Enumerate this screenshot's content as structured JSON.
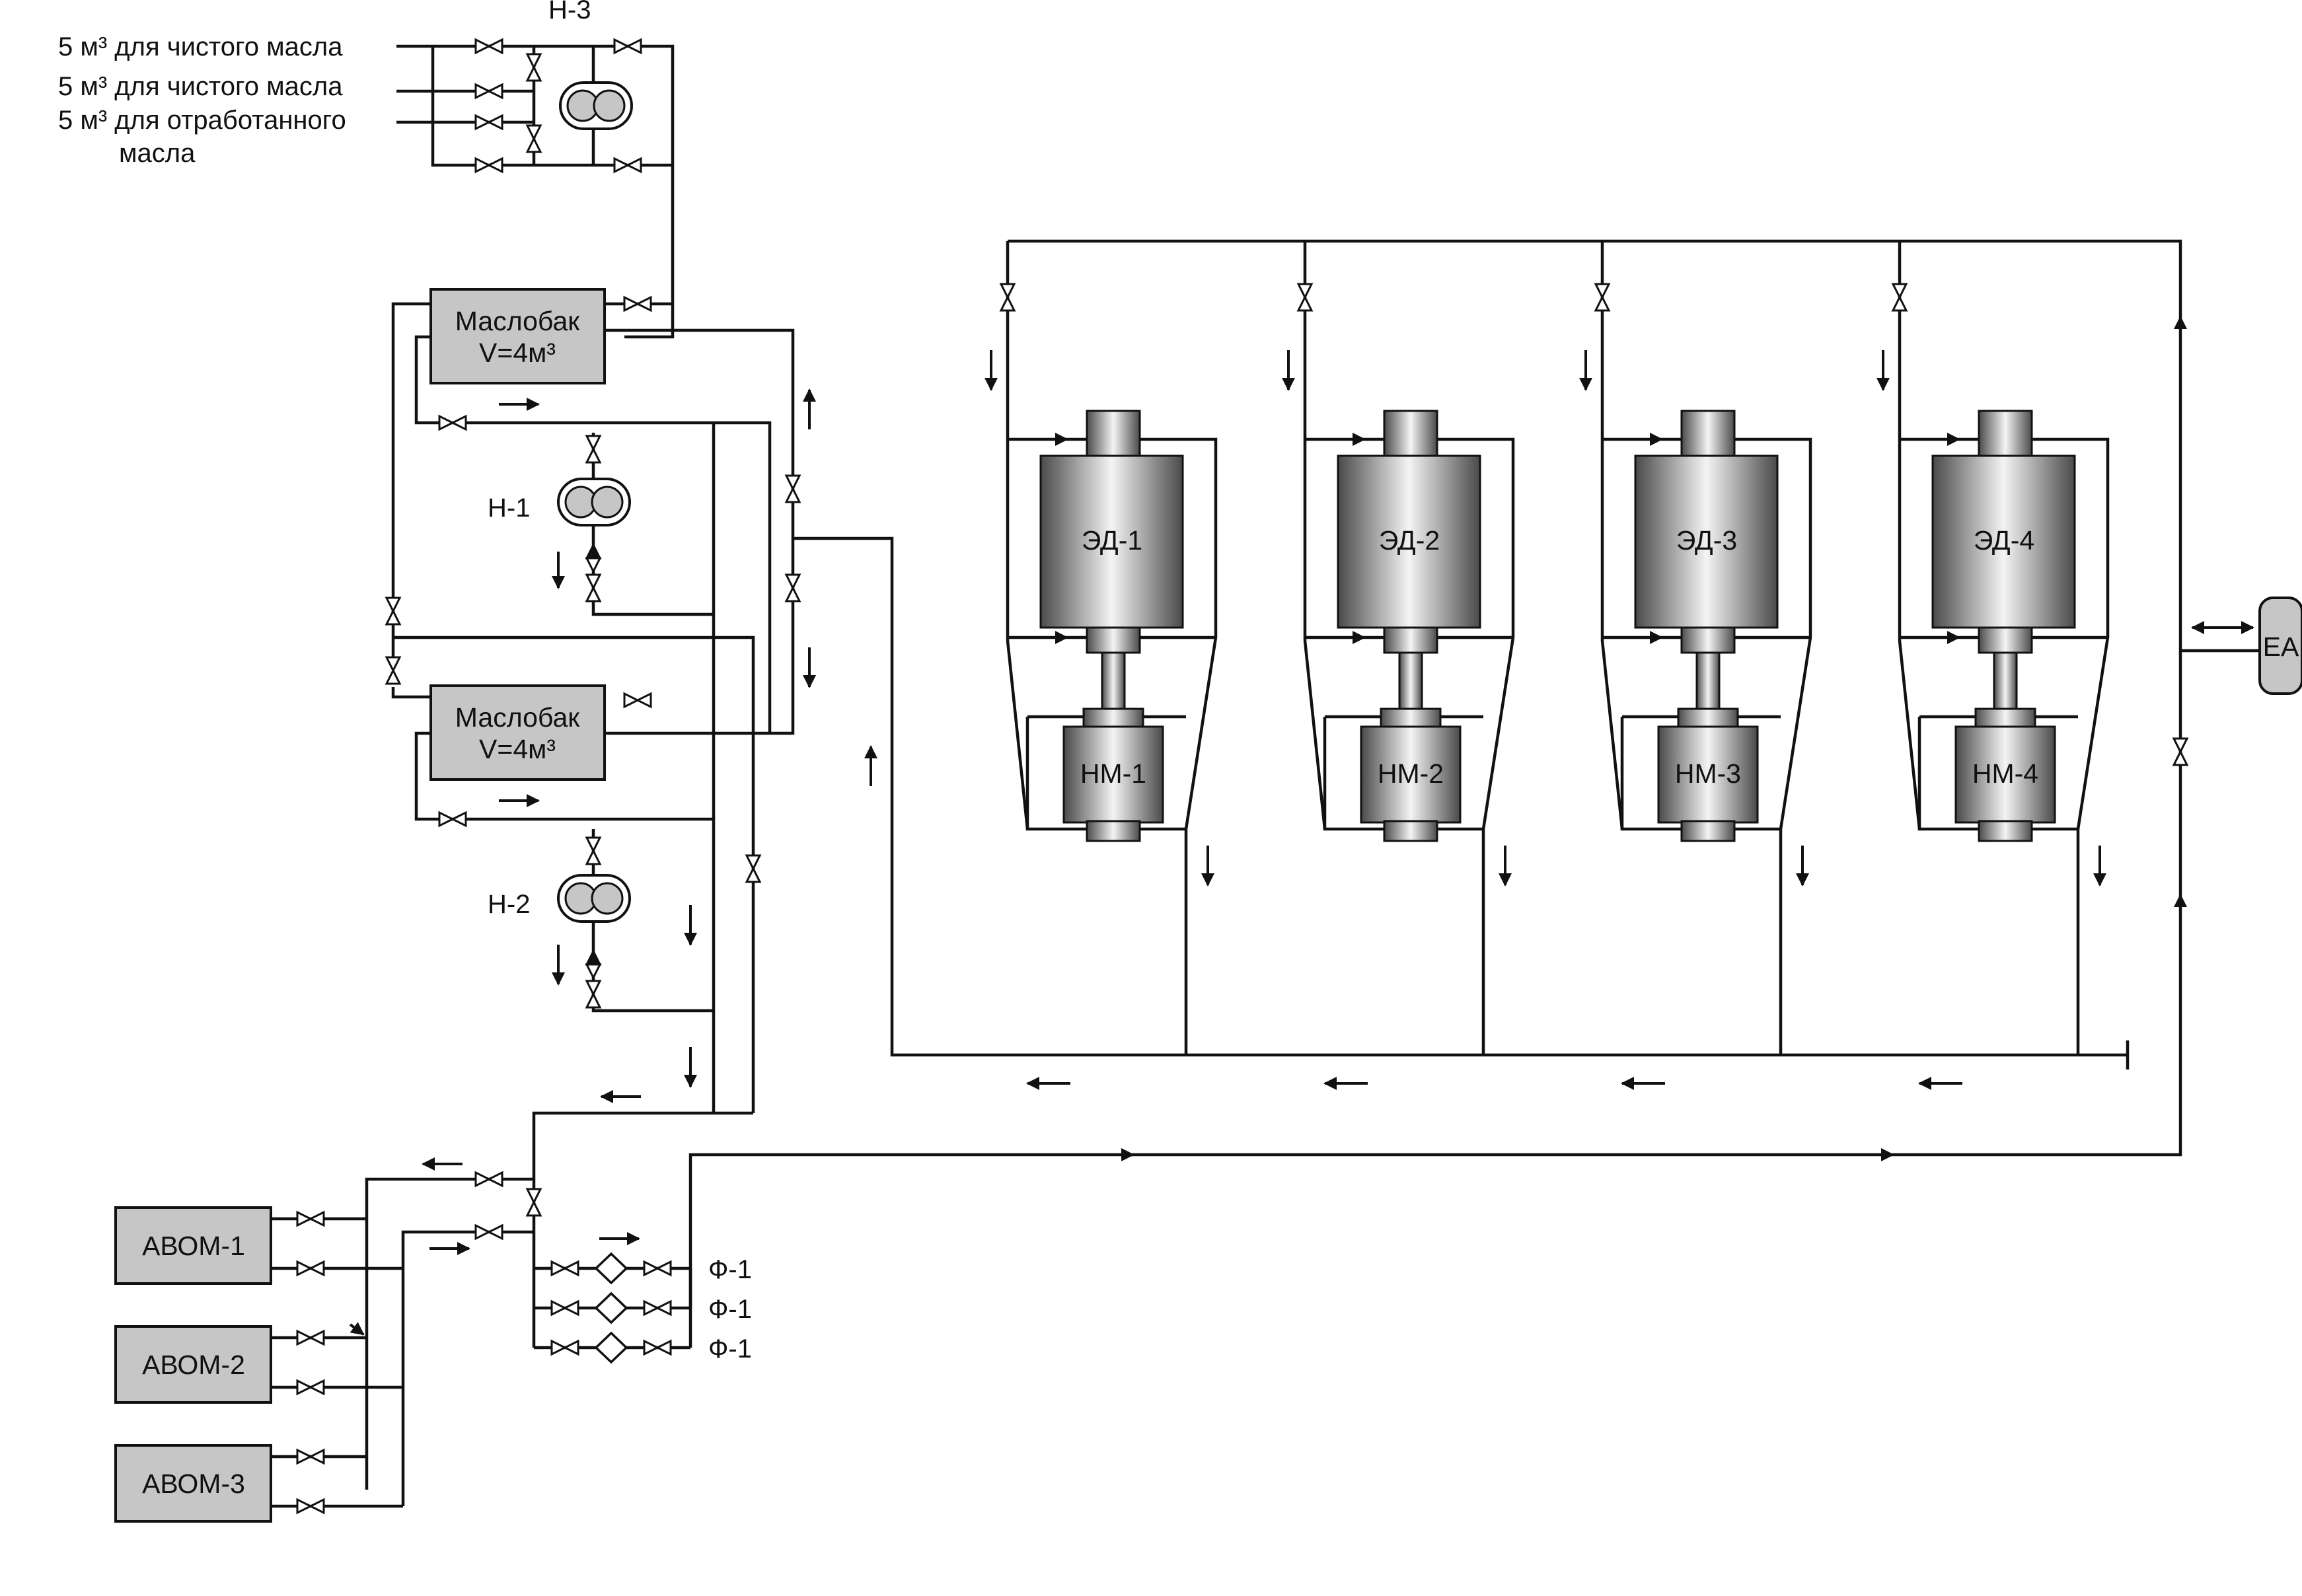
{
  "source_lines": [
    {
      "text": "5 м³ для чистого масла"
    },
    {
      "text": "5 м³ для чистого масла"
    },
    {
      "text": "5 м³ для отработанного"
    },
    {
      "text": "масла"
    }
  ],
  "pumps": [
    {
      "label": "Н-3"
    },
    {
      "label": "Н-1"
    },
    {
      "label": "Н-2"
    }
  ],
  "tanks": [
    {
      "name": "Маслобак",
      "volume": "V=4м³"
    },
    {
      "name": "Маслобак",
      "volume": "V=4м³"
    }
  ],
  "units": [
    {
      "motor": "ЭД-1",
      "pump": "НМ-1"
    },
    {
      "motor": "ЭД-2",
      "pump": "НМ-2"
    },
    {
      "motor": "ЭД-3",
      "pump": "НМ-3"
    },
    {
      "motor": "ЭД-4",
      "pump": "НМ-4"
    }
  ],
  "coolers": [
    {
      "label": "АВОМ-1"
    },
    {
      "label": "АВОМ-2"
    },
    {
      "label": "АВОМ-3"
    }
  ],
  "filters": [
    {
      "label": "Ф-1"
    },
    {
      "label": "Ф-1"
    },
    {
      "label": "Ф-1"
    }
  ],
  "accumulator": {
    "label": "ЕА"
  },
  "colors": {
    "line": "#111111",
    "block": "#c6c6c6",
    "machine_dark": "#4a4a4a",
    "machine_light": "#f4f4f4"
  }
}
